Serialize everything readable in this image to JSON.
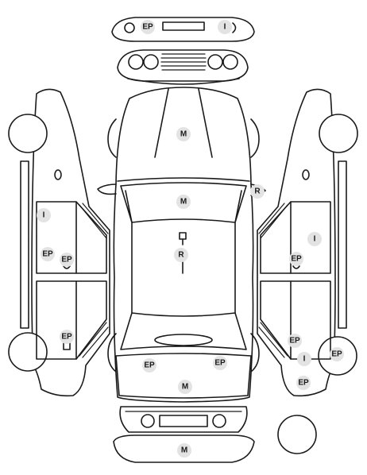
{
  "marks": {
    "front_bumper_ep": "EP",
    "front_bumper_i": "I",
    "hood": "M",
    "windshield": "M",
    "roof": "R",
    "roof_side": "R",
    "left_side_i": "I",
    "left_front_door_ep": "EP",
    "left_front_door_handle_ep": "EP",
    "left_rear_door_ep": "EP",
    "right_side_i": "I",
    "right_front_door_ep": "EP",
    "right_rear_door_ep": "EP",
    "right_rear_wheel_i": "I",
    "right_rear_wheel_ep": "EP",
    "right_rear_quarter_ep": "EP",
    "trunk_ep_left": "EP",
    "trunk_ep_right": "EP",
    "trunk": "M",
    "rear_bumper": "M"
  }
}
